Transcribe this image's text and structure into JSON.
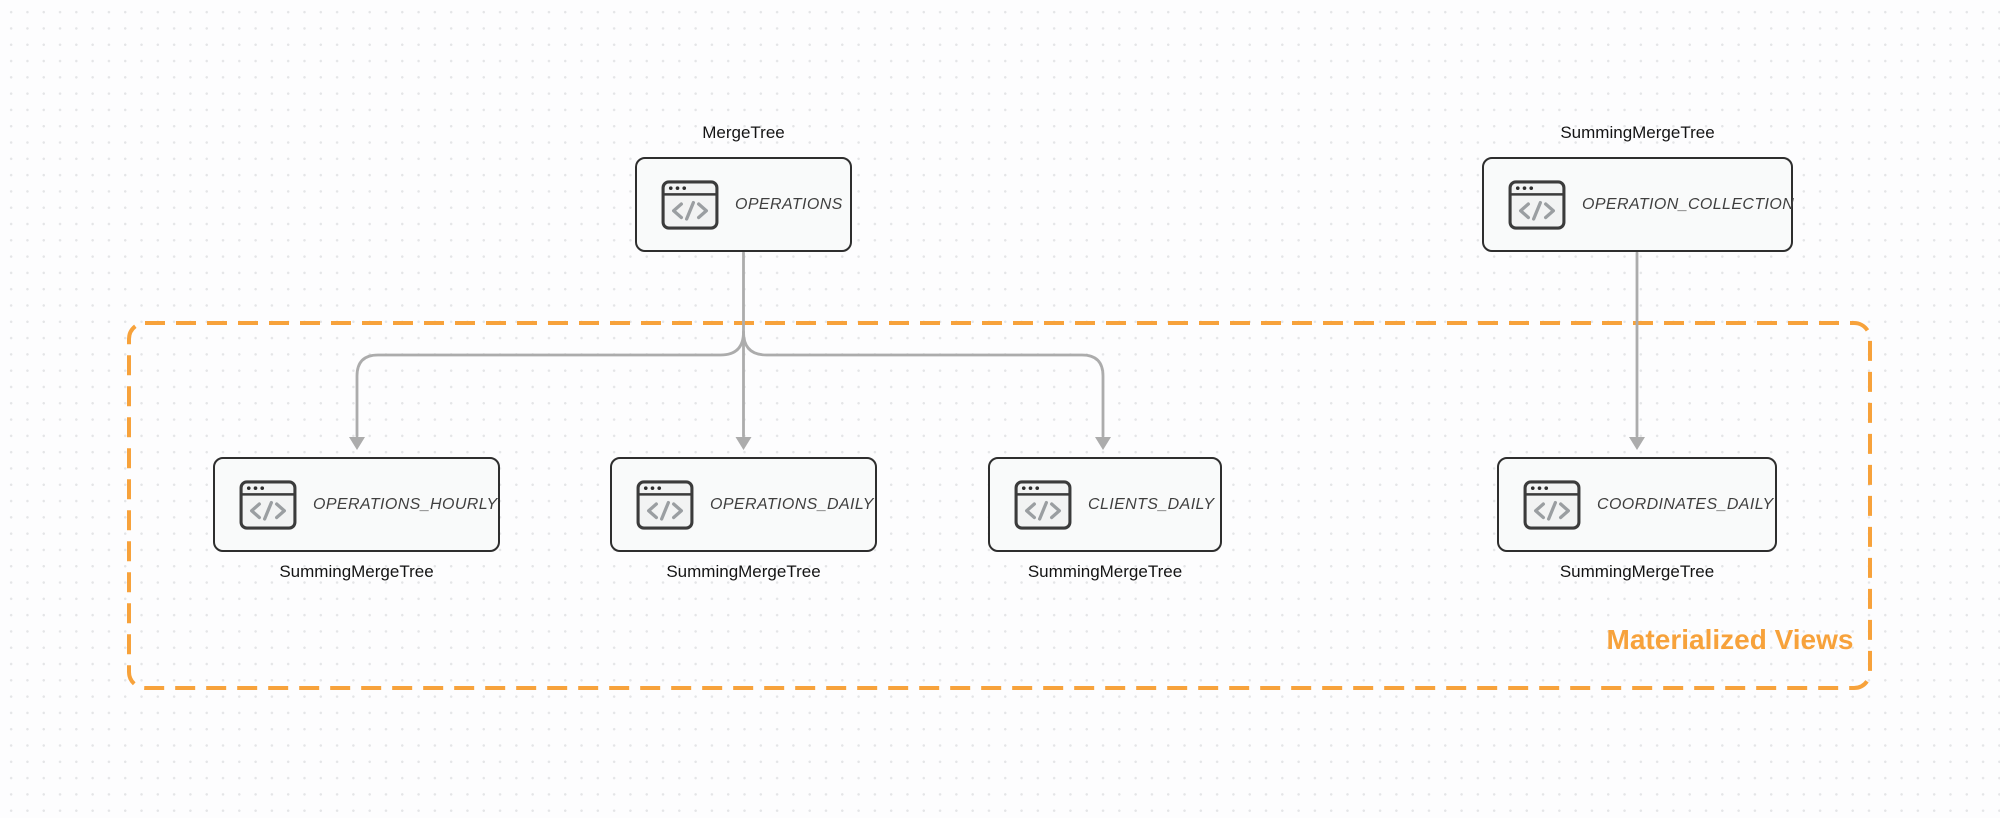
{
  "diagram": {
    "type": "database-table-diagram",
    "group": {
      "label": "Materialized Views"
    },
    "nodes": [
      {
        "id": "operations",
        "title": "OPERATIONS",
        "engine": "MergeTree",
        "icon": "code-window-icon",
        "in_group": false
      },
      {
        "id": "operation_collection",
        "title": "OPERATION_COLLECTION",
        "engine": "SummingMergeTree",
        "icon": "code-window-icon",
        "in_group": false
      },
      {
        "id": "operations_hourly",
        "title": "OPERATIONS_HOURLY",
        "engine": "SummingMergeTree",
        "icon": "code-window-icon",
        "in_group": true
      },
      {
        "id": "operations_daily",
        "title": "OPERATIONS_DAILY",
        "engine": "SummingMergeTree",
        "icon": "code-window-icon",
        "in_group": true
      },
      {
        "id": "clients_daily",
        "title": "CLIENTS_DAILY",
        "engine": "SummingMergeTree",
        "icon": "code-window-icon",
        "in_group": true
      },
      {
        "id": "coordinates_daily",
        "title": "COORDINATES_DAILY",
        "engine": "SummingMergeTree",
        "icon": "code-window-icon",
        "in_group": true
      }
    ],
    "edges": [
      {
        "from": "operations",
        "to": "operations_hourly"
      },
      {
        "from": "operations",
        "to": "operations_daily"
      },
      {
        "from": "operations",
        "to": "clients_daily"
      },
      {
        "from": "operation_collection",
        "to": "coordinates_daily"
      }
    ],
    "colors": {
      "accent_orange": "#F7A23B",
      "arrow_gray": "#ACACAC",
      "card_border": "#2E2E2E",
      "card_background": "#F9FAFA"
    }
  }
}
